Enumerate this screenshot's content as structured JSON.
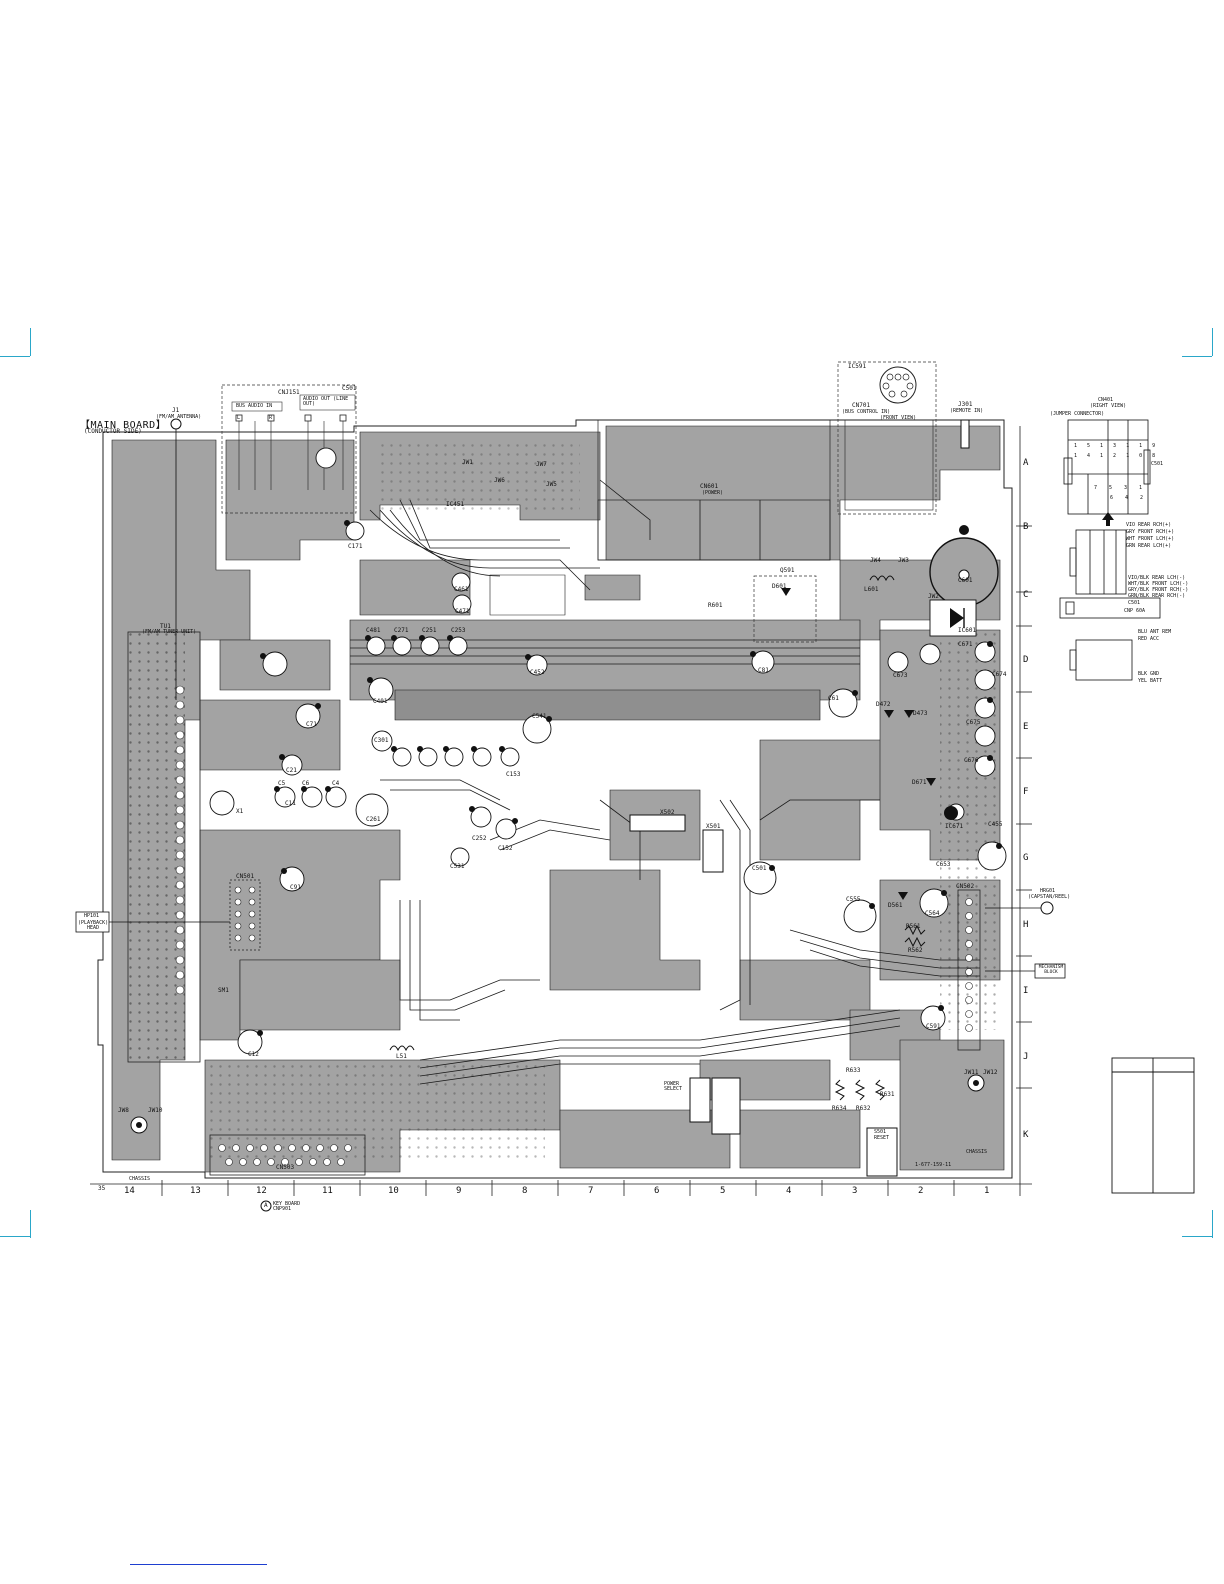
{
  "board": {
    "title": "【MAIN BOARD】",
    "subtitle": "(CONDUCTOR SIDE)",
    "page_mark": "35"
  },
  "column_labels": [
    "14",
    "13",
    "12",
    "11",
    "10",
    "9",
    "8",
    "7",
    "6",
    "5",
    "4",
    "3",
    "2",
    "1"
  ],
  "row_labels": [
    "A",
    "B",
    "C",
    "D",
    "E",
    "F",
    "G",
    "H",
    "I",
    "J",
    "K"
  ],
  "connectors": {
    "cnj151": "CNJ151",
    "cnj151_bus_audio_in": "BUS AUDIO IN",
    "cnj151_audio_out": "AUDIO OUT (LINE OUT)",
    "cnj151_r": "R",
    "cnj151_l": "L",
    "c501": "C501",
    "j1": "J1",
    "j1_desc": "(FM/AM ANTENNA)",
    "cn601": "CN601",
    "cn601_desc": "(POWER)",
    "ic591": "IC591",
    "cn701": "CN701",
    "cn701_desc": "(BUS CONTROL IN)",
    "cn701_view": "(FRONT VIEW)",
    "j301": "J301",
    "j301_desc": "(REMOTE IN)",
    "tu1": "TU1",
    "tu1_desc": "(FM/AM TUNER UNIT)",
    "cn501": "CN501",
    "cn503": "CN503",
    "cn502": "CN502",
    "hp101": "HP101",
    "hp101_desc": "(PLAYBACK) HEAD",
    "hrg01": "HRG01",
    "hrg01_desc": "(CAPSTAN/REEL)",
    "mechanism": "MECHANISM BLOCK",
    "key_board": "KEY BOARD CNP901",
    "key_marker": "A",
    "jw8": "JW8",
    "jw10": "JW10",
    "jw11": "JW11",
    "jw12": "JW12",
    "chassis": "CHASSIS",
    "power_select": "POWER SELECT",
    "x502": "X502",
    "x501": "X501",
    "s501": "S501",
    "reset": "RESET",
    "board_code": "1-677-159-11"
  },
  "components": {
    "c11": "C11",
    "c12": "C12",
    "c21": "C21",
    "c71": "C71",
    "c5": "C5",
    "c6": "C6",
    "c4": "C4",
    "c91": "C91",
    "c171": "C171",
    "c251": "C251",
    "c252": "C252",
    "c253": "C253",
    "c261": "C261",
    "c271": "C271",
    "c301": "C301",
    "c401": "C401",
    "c452": "C452",
    "c461": "C461",
    "c471": "C471",
    "c481": "C481",
    "c501c": "C501",
    "c531": "C531",
    "c541": "C541",
    "c555": "C555",
    "c564": "C564",
    "c591": "C591",
    "c601": "C601",
    "c653": "C653",
    "c671": "C671",
    "c673": "C673",
    "c674": "C674",
    "c675": "C675",
    "c676": "C676",
    "c153": "C153",
    "c152": "C152",
    "c81": "C81",
    "c61": "C61",
    "c455": "C455",
    "l51": "L51",
    "l601": "L601",
    "ic451": "IC451",
    "ic601": "IC601",
    "ic671": "IC671",
    "q591": "Q591",
    "d601": "D601",
    "d671": "D671",
    "d472": "D472",
    "d473": "D473",
    "d561": "D561",
    "r561": "R561",
    "r562": "R562",
    "r633": "R633",
    "r632": "R632",
    "r631": "R631",
    "r634": "R634",
    "r601": "R601",
    "x1": "X1",
    "jw1": "JW1",
    "jw2": "JW2",
    "jw3": "JW3",
    "jw4": "JW4",
    "jw5": "JW5",
    "jw6": "JW6",
    "jw7": "JW7",
    "sm1": "SM1"
  },
  "legend": {
    "cn401_title": "CN401",
    "cn401_view": "(RIGHT VIEW)",
    "jumper_connector": "(JUMPER CONNECTOR)",
    "c501_label": "C501",
    "wire_labels_1": [
      "VIO REAR RCH(+)",
      "GRY FRONT RCH(+)",
      "WHT FRONT LCH(+)",
      "GRN REAR LCH(+)"
    ],
    "wire_labels_2": [
      "VIO/BLK REAR LCH(-)",
      "WHT/BLK FRONT LCH(-)",
      "GRY/BLK FRONT RCH(-)",
      "GRN/BLK REAR RCH(-)"
    ],
    "cnp_label": "C501",
    "cnp_desc": "CNP 60A",
    "pwr_labels": [
      "BLU ANT REM",
      "RED ACC",
      "BLK GND",
      "YEL BATT"
    ],
    "pin_row1": [
      "15",
      "13",
      "11",
      "9"
    ],
    "pin_row2": [
      "14",
      "12",
      "10",
      "8"
    ],
    "pin_row3": [
      "7",
      "5",
      "3",
      "1"
    ],
    "pin_row4": [
      "6",
      "4",
      "2"
    ]
  },
  "colors": {
    "copper": "#a3a3a3",
    "trace_outline": "#1a1a1a",
    "crop_mark": "#2aa7c9",
    "link": "#1e3fd0"
  }
}
